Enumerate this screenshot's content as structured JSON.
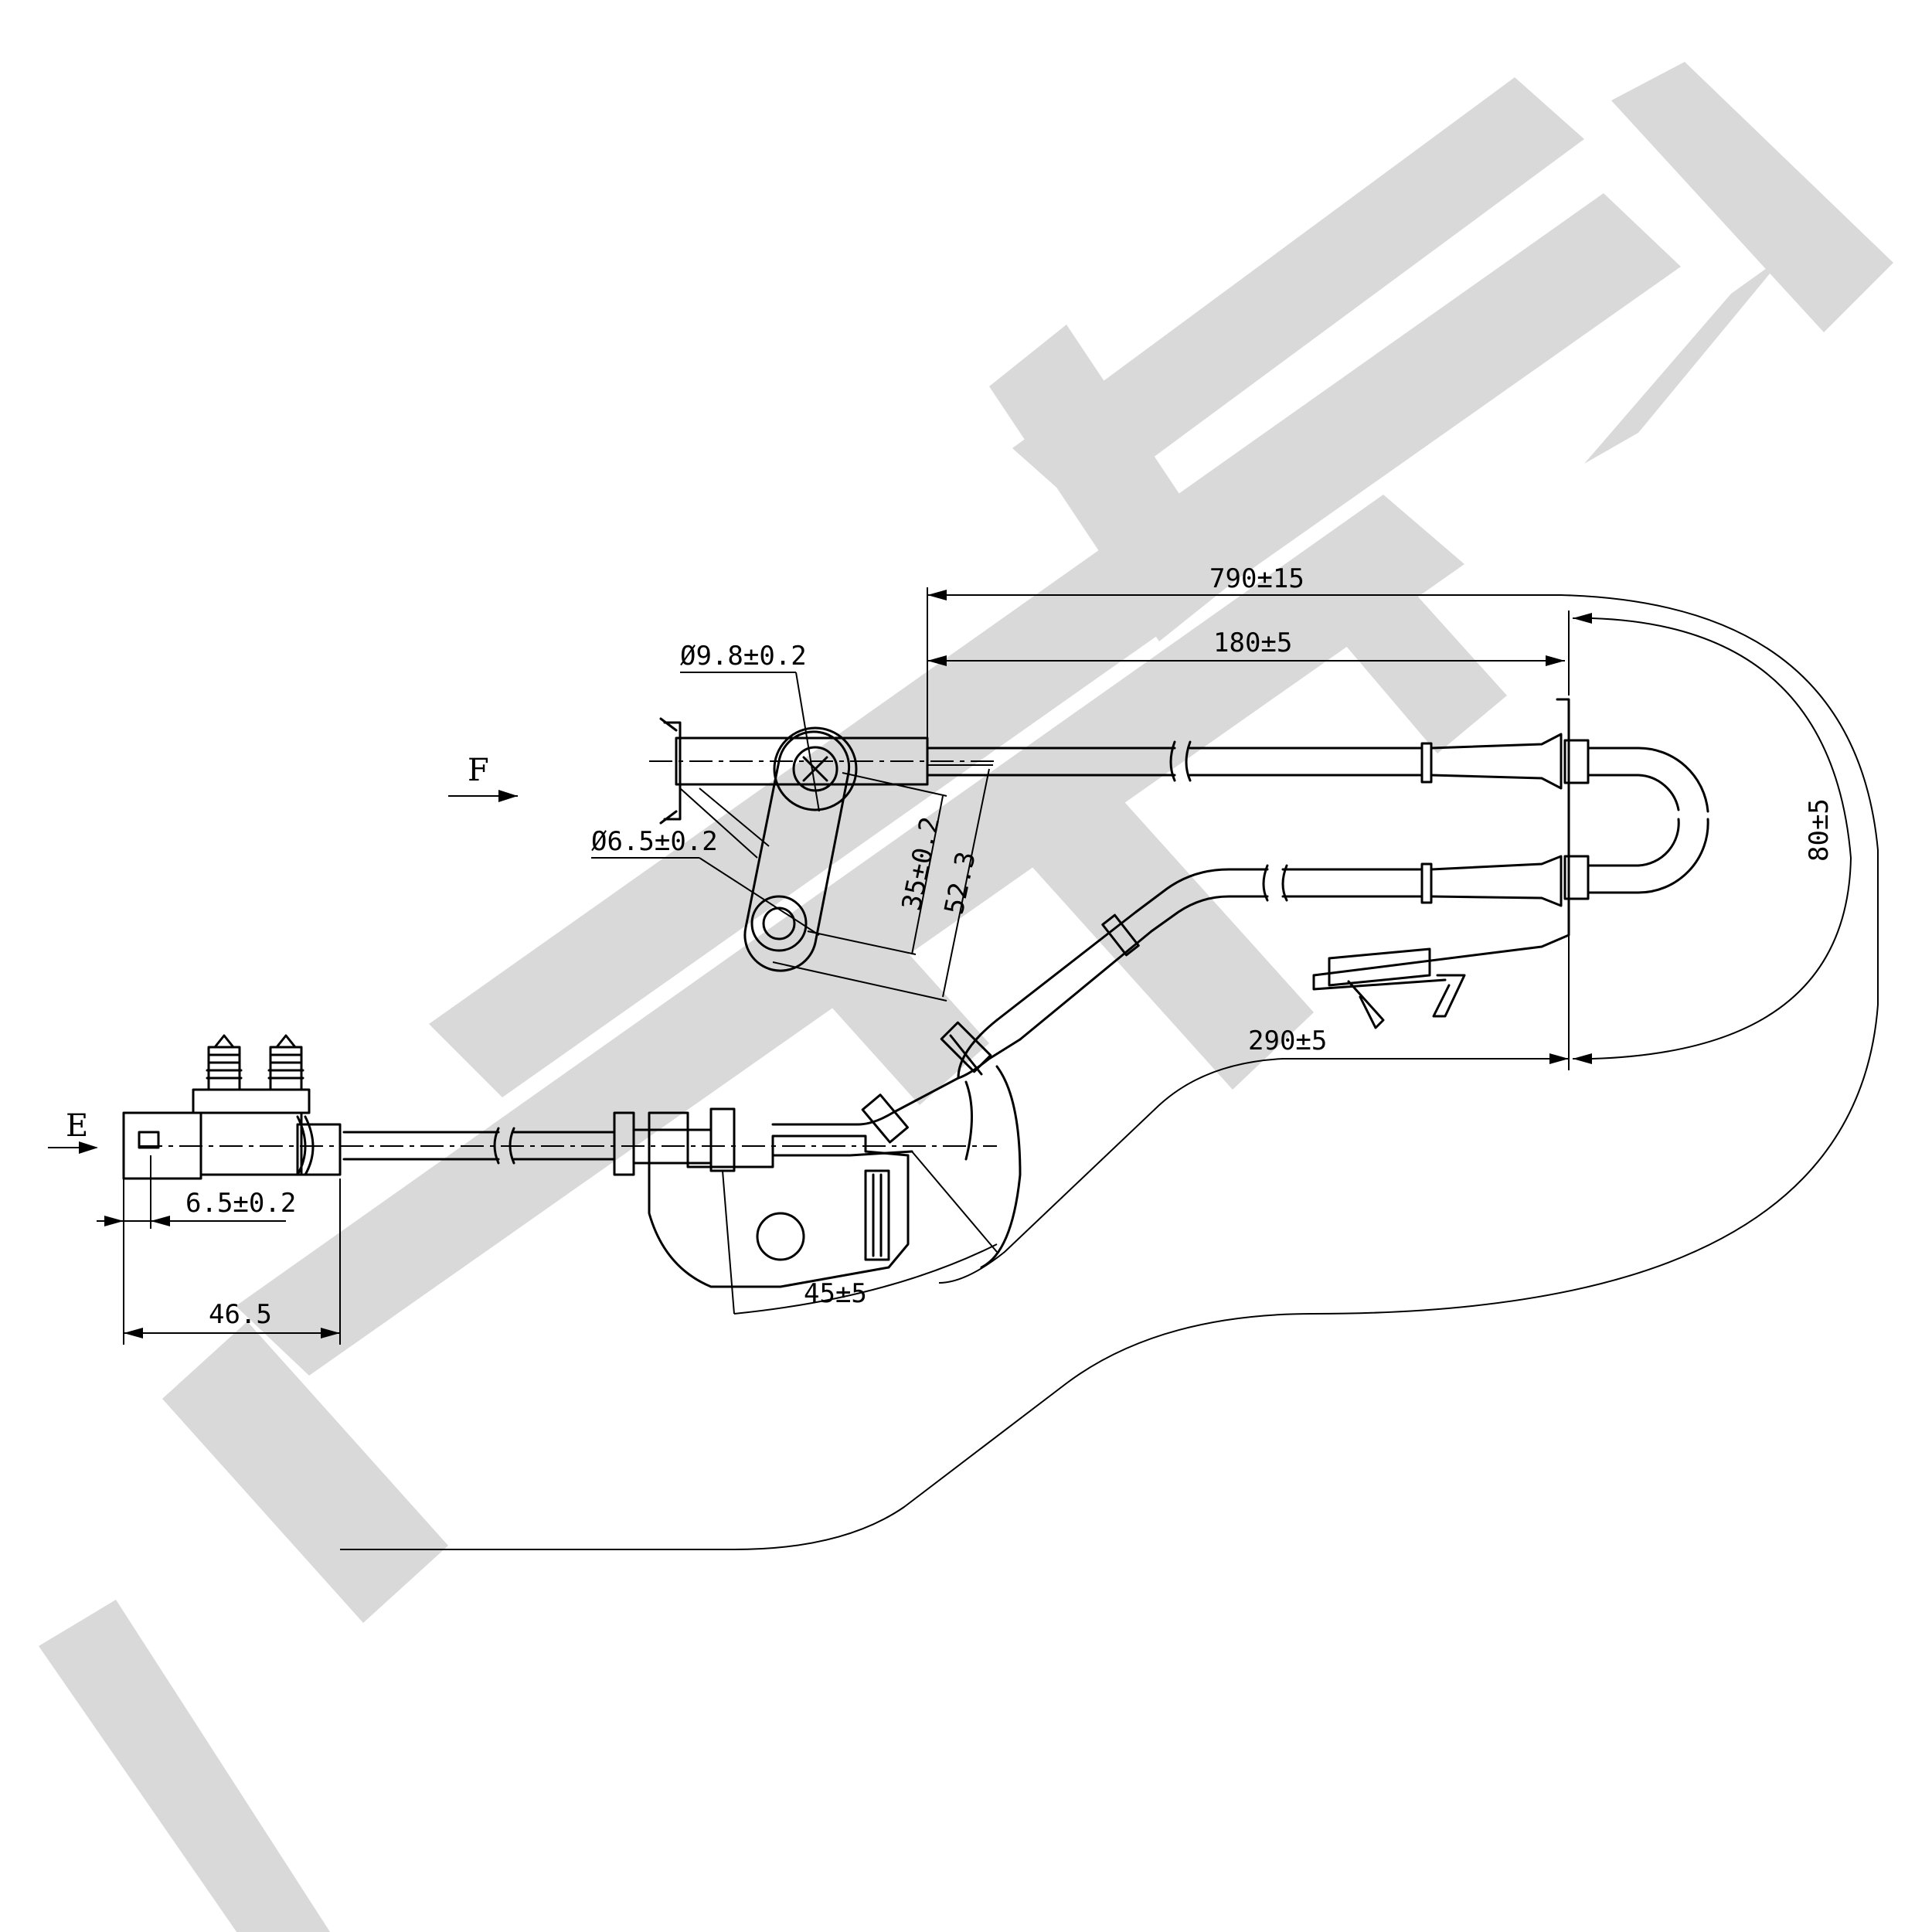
{
  "watermark": {
    "text": "ZENNEK",
    "color": "#d9d9d9"
  },
  "view_labels": {
    "f": "F",
    "e": "E"
  },
  "dimensions": {
    "total_length": "790±15",
    "clip_distance": "180±5",
    "hole_large": "Ø9.8±0.2",
    "hole_small": "Ø6.5±0.2",
    "hole_spacing": "35±0.2",
    "bracket_length": "52.3",
    "loop_height": "80±5",
    "lower_run": "290±5",
    "connector_offset": "6.5±0.2",
    "connector_length": "46.5",
    "bracket_angle": "45±5"
  }
}
